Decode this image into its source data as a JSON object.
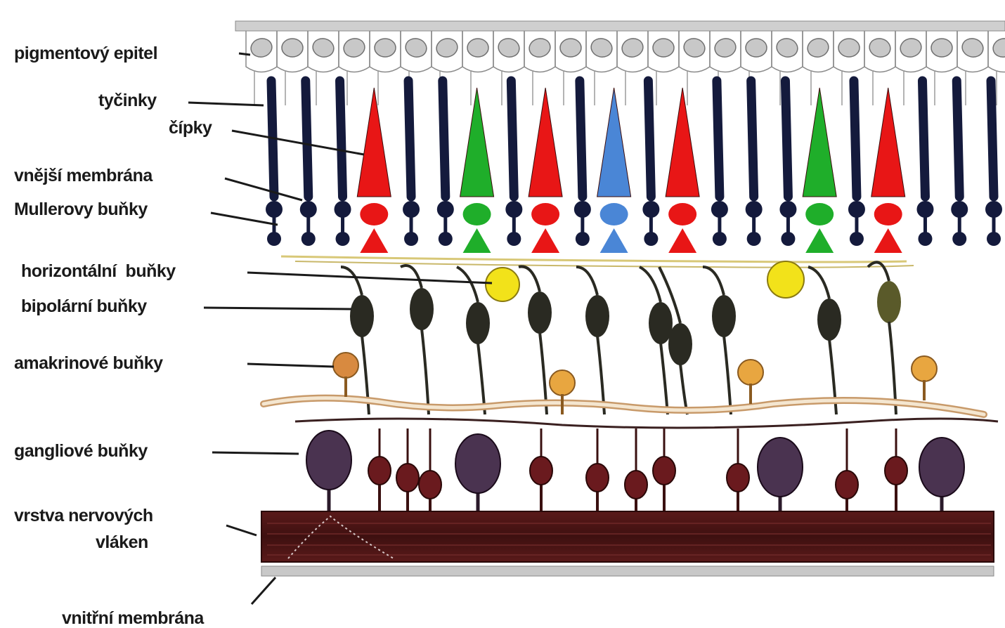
{
  "labels": {
    "pigment_epithelium": "pigmentový epitel",
    "rods": "tyčinky",
    "cones": "čípky",
    "outer_membrane": "vnější membrána",
    "muller_cells": "Mullerovy buňky",
    "horizontal_cells": "horizontální  buňky",
    "bipolar_cells": "bipolární buňky",
    "amacrine_cells": "amakrinové buňky",
    "ganglion_cells": "gangliové buňky",
    "nerve_fiber_layer_line1": "vrstva nervových",
    "nerve_fiber_layer_line2": "vláken",
    "inner_membrane": "vnitřní membrána"
  },
  "colors": {
    "rod": "#141a3c",
    "cone_red": "#e81616",
    "cone_green": "#1fae2a",
    "cone_blue": "#4a86d6",
    "horizontal_cell": "#f2e21a",
    "bipolar_cell": "#2a2a22",
    "amacrine_cell": "#e8a640",
    "ganglion_large": "#4a3350",
    "ganglion_small": "#6a1a1e",
    "nerve_fiber_layer": "#4a1414",
    "pigment_cell": "#c8c8c8"
  },
  "photoreceptor_sequence": [
    "rod",
    "rod",
    "rod",
    "red",
    "rod",
    "rod",
    "green",
    "rod",
    "red",
    "rod",
    "blue",
    "rod",
    "red",
    "rod",
    "rod",
    "rod",
    "green",
    "rod",
    "red",
    "rod",
    "rod",
    "rod"
  ]
}
